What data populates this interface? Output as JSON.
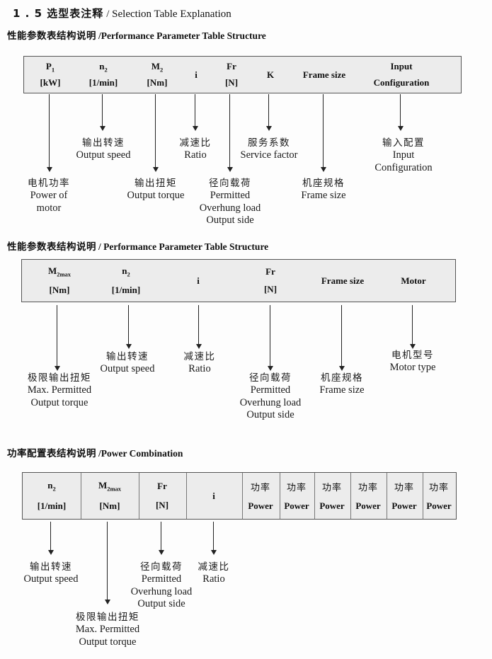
{
  "page": {
    "title_cn": "1 . 5 选型表注释",
    "title_en": "/  Selection Table Explanation"
  },
  "theme": {
    "page_bg": "#fdfdfd",
    "table_bg": "#ececec",
    "table_border": "#555555",
    "text": "#111111",
    "arrow": "#222222"
  },
  "sections": [
    {
      "heading_cn": "性能参数表结构说明",
      "heading_en": "/Performance Parameter Table Structure",
      "table": {
        "columns": [
          {
            "l1": "P",
            "sub": "1",
            "l2": "[kW]"
          },
          {
            "l1": "n",
            "sub": "2",
            "l2": "[1/min]"
          },
          {
            "l1": "M",
            "sub": "2",
            "l2": "[Nm]"
          },
          {
            "l1": "i"
          },
          {
            "l1": "Fr",
            "l2": "[N]"
          },
          {
            "l1": "K"
          },
          {
            "l1": "Frame size"
          },
          {
            "l1": "Input",
            "l2": "Configuration"
          }
        ]
      },
      "labels": [
        {
          "lines": [
            "电机功率",
            "Power of",
            "motor"
          ]
        },
        {
          "lines": [
            "输出转速",
            "Output speed"
          ]
        },
        {
          "lines": [
            "输出扭矩",
            "Output torque"
          ]
        },
        {
          "lines": [
            "减速比",
            "Ratio"
          ]
        },
        {
          "lines": [
            "径向载荷",
            "Permitted",
            "Overhung load",
            "Output side"
          ]
        },
        {
          "lines": [
            "服务系数",
            "Service factor"
          ]
        },
        {
          "lines": [
            "机座规格",
            "Frame size"
          ]
        },
        {
          "lines": [
            "输入配置",
            "Input",
            "Configuration"
          ]
        }
      ]
    },
    {
      "heading_cn": "性能参数表结构说明",
      "heading_en": "/ Performance Parameter Table Structure",
      "table": {
        "columns": [
          {
            "l1": "M",
            "sub": "2max",
            "l2": "[Nm]"
          },
          {
            "l1": "n",
            "sub": "2",
            "l2": "[1/min]"
          },
          {
            "l1": "i"
          },
          {
            "l1": "Fr",
            "l2": "[N]"
          },
          {
            "l1": "Frame size"
          },
          {
            "l1": "Motor"
          }
        ]
      },
      "labels": [
        {
          "lines": [
            "极限输出扭矩",
            "Max. Permitted",
            "Output  torque"
          ]
        },
        {
          "lines": [
            "输出转速",
            "Output speed"
          ]
        },
        {
          "lines": [
            "减速比",
            "Ratio"
          ]
        },
        {
          "lines": [
            "径向载荷",
            "Permitted",
            "Overhung load",
            "Output side"
          ]
        },
        {
          "lines": [
            "机座规格",
            "Frame size"
          ]
        },
        {
          "lines": [
            "电机型号",
            "Motor type"
          ]
        }
      ]
    },
    {
      "heading_cn": "功率配置表结构说明",
      "heading_en": "/Power Combination",
      "table": {
        "columns": [
          {
            "l1": "n",
            "sub": "2",
            "l2": "[1/min]"
          },
          {
            "l1": "M",
            "sub": "2max",
            "l2": "[Nm]"
          },
          {
            "l1": "Fr",
            "l2": "[N]"
          },
          {
            "l1": "i"
          },
          {
            "l1": "功率",
            "l2": "Power"
          },
          {
            "l1": "功率",
            "l2": "Power"
          },
          {
            "l1": "功率",
            "l2": "Power"
          },
          {
            "l1": "功率",
            "l2": "Power"
          },
          {
            "l1": "功率",
            "l2": "Power"
          },
          {
            "l1": "功率",
            "l2": "Power"
          }
        ]
      },
      "labels": [
        {
          "lines": [
            "输出转速",
            "Output speed"
          ]
        },
        {
          "lines": [
            "极限输出扭矩",
            "Max. Permitted",
            "Output  torque"
          ]
        },
        {
          "lines": [
            "径向载荷",
            "Permitted",
            "Overhung load",
            "Output side"
          ]
        },
        {
          "lines": [
            "减速比",
            "Ratio"
          ]
        }
      ]
    }
  ]
}
